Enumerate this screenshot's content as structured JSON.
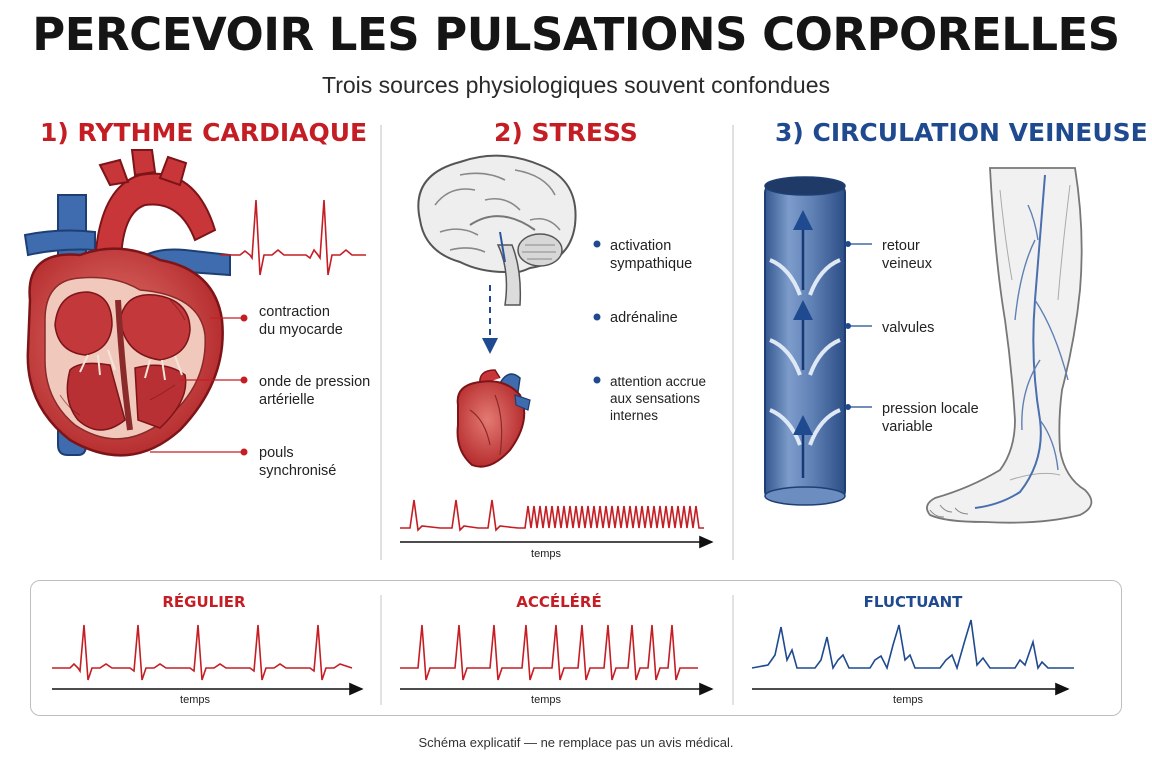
{
  "title": "PERCEVOIR LES PULSATIONS CORPORELLES",
  "subtitle": "Trois sources physiologiques souvent confondues",
  "sections": [
    {
      "heading": "1) RYTHME CARDIAQUE",
      "color": "#c41e24",
      "labels": [
        "contraction\ndu myocarde",
        "onde de pression\nartérielle",
        "pouls\nsynchronisé"
      ]
    },
    {
      "heading": "2) STRESS",
      "color": "#c41e24",
      "labels": [
        "activation\nsympathique",
        "adrénaline",
        "attention accrue\naux sensations\ninternes"
      ],
      "axis_label": "temps"
    },
    {
      "heading": "3) CIRCULATION VEINEUSE",
      "color": "#1f4a8f",
      "labels": [
        "retour\nveineux",
        "valvules",
        "pression locale\nvariable"
      ]
    }
  ],
  "band": {
    "panels": [
      {
        "label": "RÉGULIER",
        "color": "#c41e24",
        "axis_label": "temps"
      },
      {
        "label": "ACCÉLÉRÉ",
        "color": "#c41e24",
        "axis_label": "temps"
      },
      {
        "label": "FLUCTUANT",
        "color": "#1f4a8f",
        "axis_label": "temps"
      }
    ]
  },
  "footer": "Schéma explicatif — ne remplace pas un avis médical.",
  "colors": {
    "red": "#c41e24",
    "blue": "#1f4a8f",
    "dark_blue": "#163a78",
    "vein": "#5f80b4"
  },
  "icons": [
    "heart-anatomy-icon",
    "brain-icon",
    "small-heart-icon",
    "vein-icon",
    "leg-icon"
  ]
}
